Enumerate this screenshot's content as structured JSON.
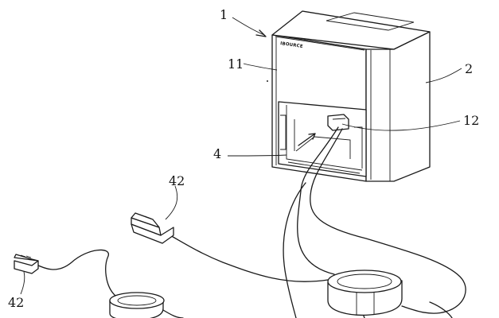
{
  "labels": {
    "device_assembly": "1",
    "housing": "2",
    "front_panel": "11",
    "cable_port": "12",
    "cable_reel": "4",
    "connector_a": "42",
    "connector_b": "42"
  },
  "brand_text": "IBOURCE"
}
